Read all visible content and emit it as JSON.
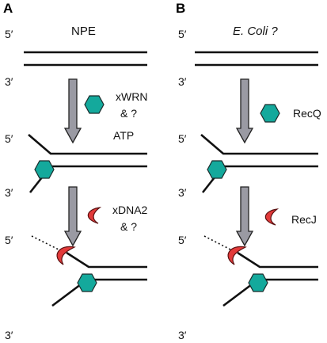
{
  "panel_a": {
    "letter": "A",
    "title": "NPE",
    "step1_label_line1": "xWRN",
    "step1_label_line2": "& ?",
    "step1_label_line3": "ATP",
    "step2_label_line1": "xDNA2",
    "step2_label_line2": "& ?"
  },
  "panel_b": {
    "letter": "B",
    "title": "E. Coli ?",
    "step1_label": "RecQ",
    "step2_label": "RecJ"
  },
  "strand_labels": {
    "five_prime": "5′",
    "three_prime": "3′"
  },
  "colors": {
    "helicase": "#14a99c",
    "nuclease": "#e23a3a",
    "arrow": "#9a9aa3"
  }
}
